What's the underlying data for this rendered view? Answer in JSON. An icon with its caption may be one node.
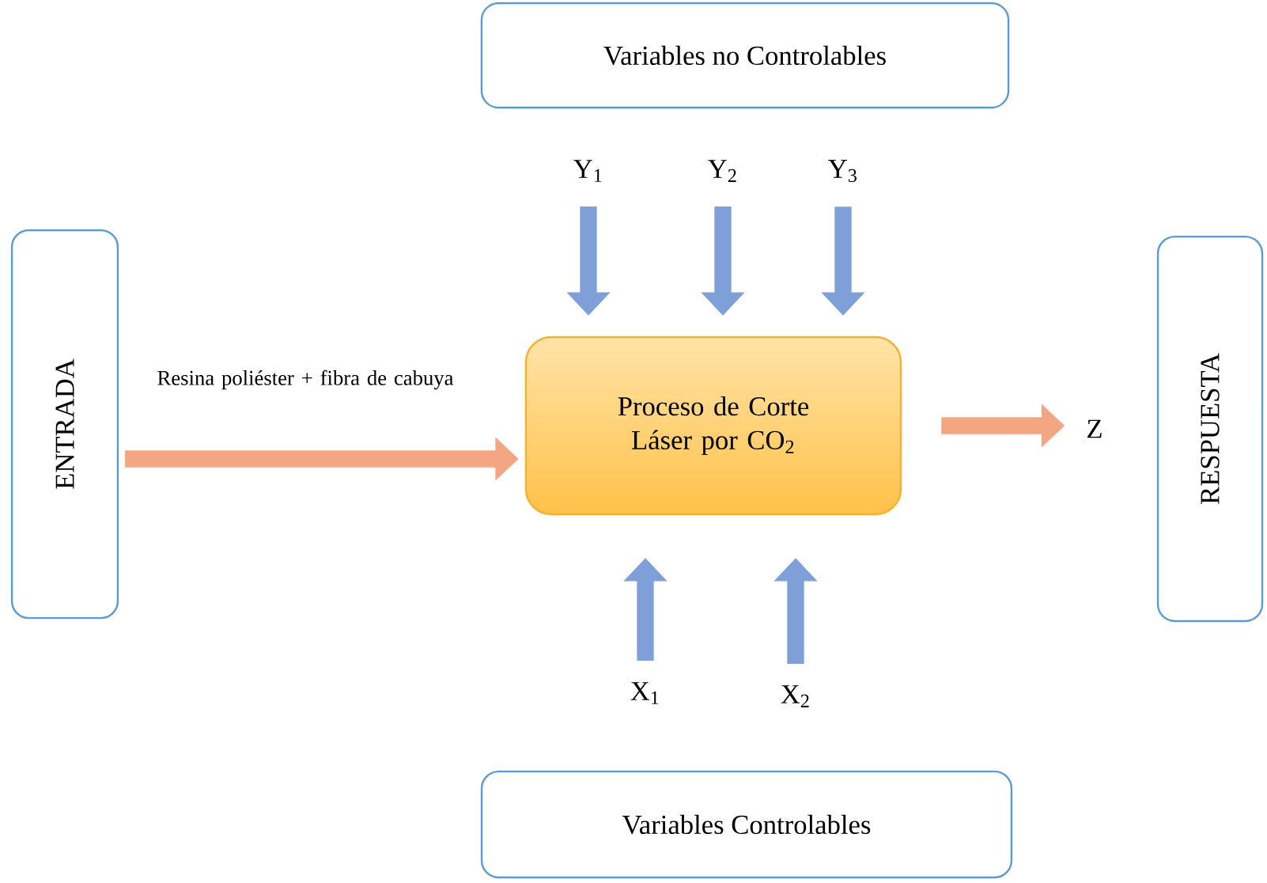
{
  "diagram": {
    "nodes": [
      {
        "text": [
          "Variables no Controlables"
        ]
      },
      {
        "text": [
          "Y$_{1}$"
        ]
      },
      {
        "text": [
          "Y$_{2}$"
        ]
      },
      {
        "text": [
          "Y$_{3}$"
        ]
      },
      {
        "text": [
          "ENTRADA"
        ]
      },
      {
        "text": [
          "Proceso de Corte Láser por CO$_{2}$"
        ]
      },
      {
        "text": [
          "Z"
        ]
      },
      {
        "text": [
          "RESPUESTA"
        ]
      },
      {
        "text": [
          "X$_{1}$"
        ]
      },
      {
        "text": [
          "X$_{2}$"
        ]
      },
      {
        "text": [
          "Variables Controlables"
        ]
      }
    ],
    "edges": [
      {
        "from": 1,
        "to": 5,
        "arrow": "to"
      },
      {
        "from": 2,
        "to": 5,
        "arrow": "to"
      },
      {
        "from": 3,
        "to": 5,
        "arrow": "to"
      },
      {
        "from": 8,
        "to": 5,
        "arrow": "to"
      },
      {
        "from": 9,
        "to": 5,
        "arrow": "to"
      },
      {
        "from": 4,
        "to": 5,
        "arrow": "to",
        "label": "Resina poliéster + fibra de cabuya",
        "color": "#f4a582"
      },
      {
        "from": 5,
        "to": 6,
        "arrow": "to",
        "color": "#f4a582"
      }
    ]
  }
}
